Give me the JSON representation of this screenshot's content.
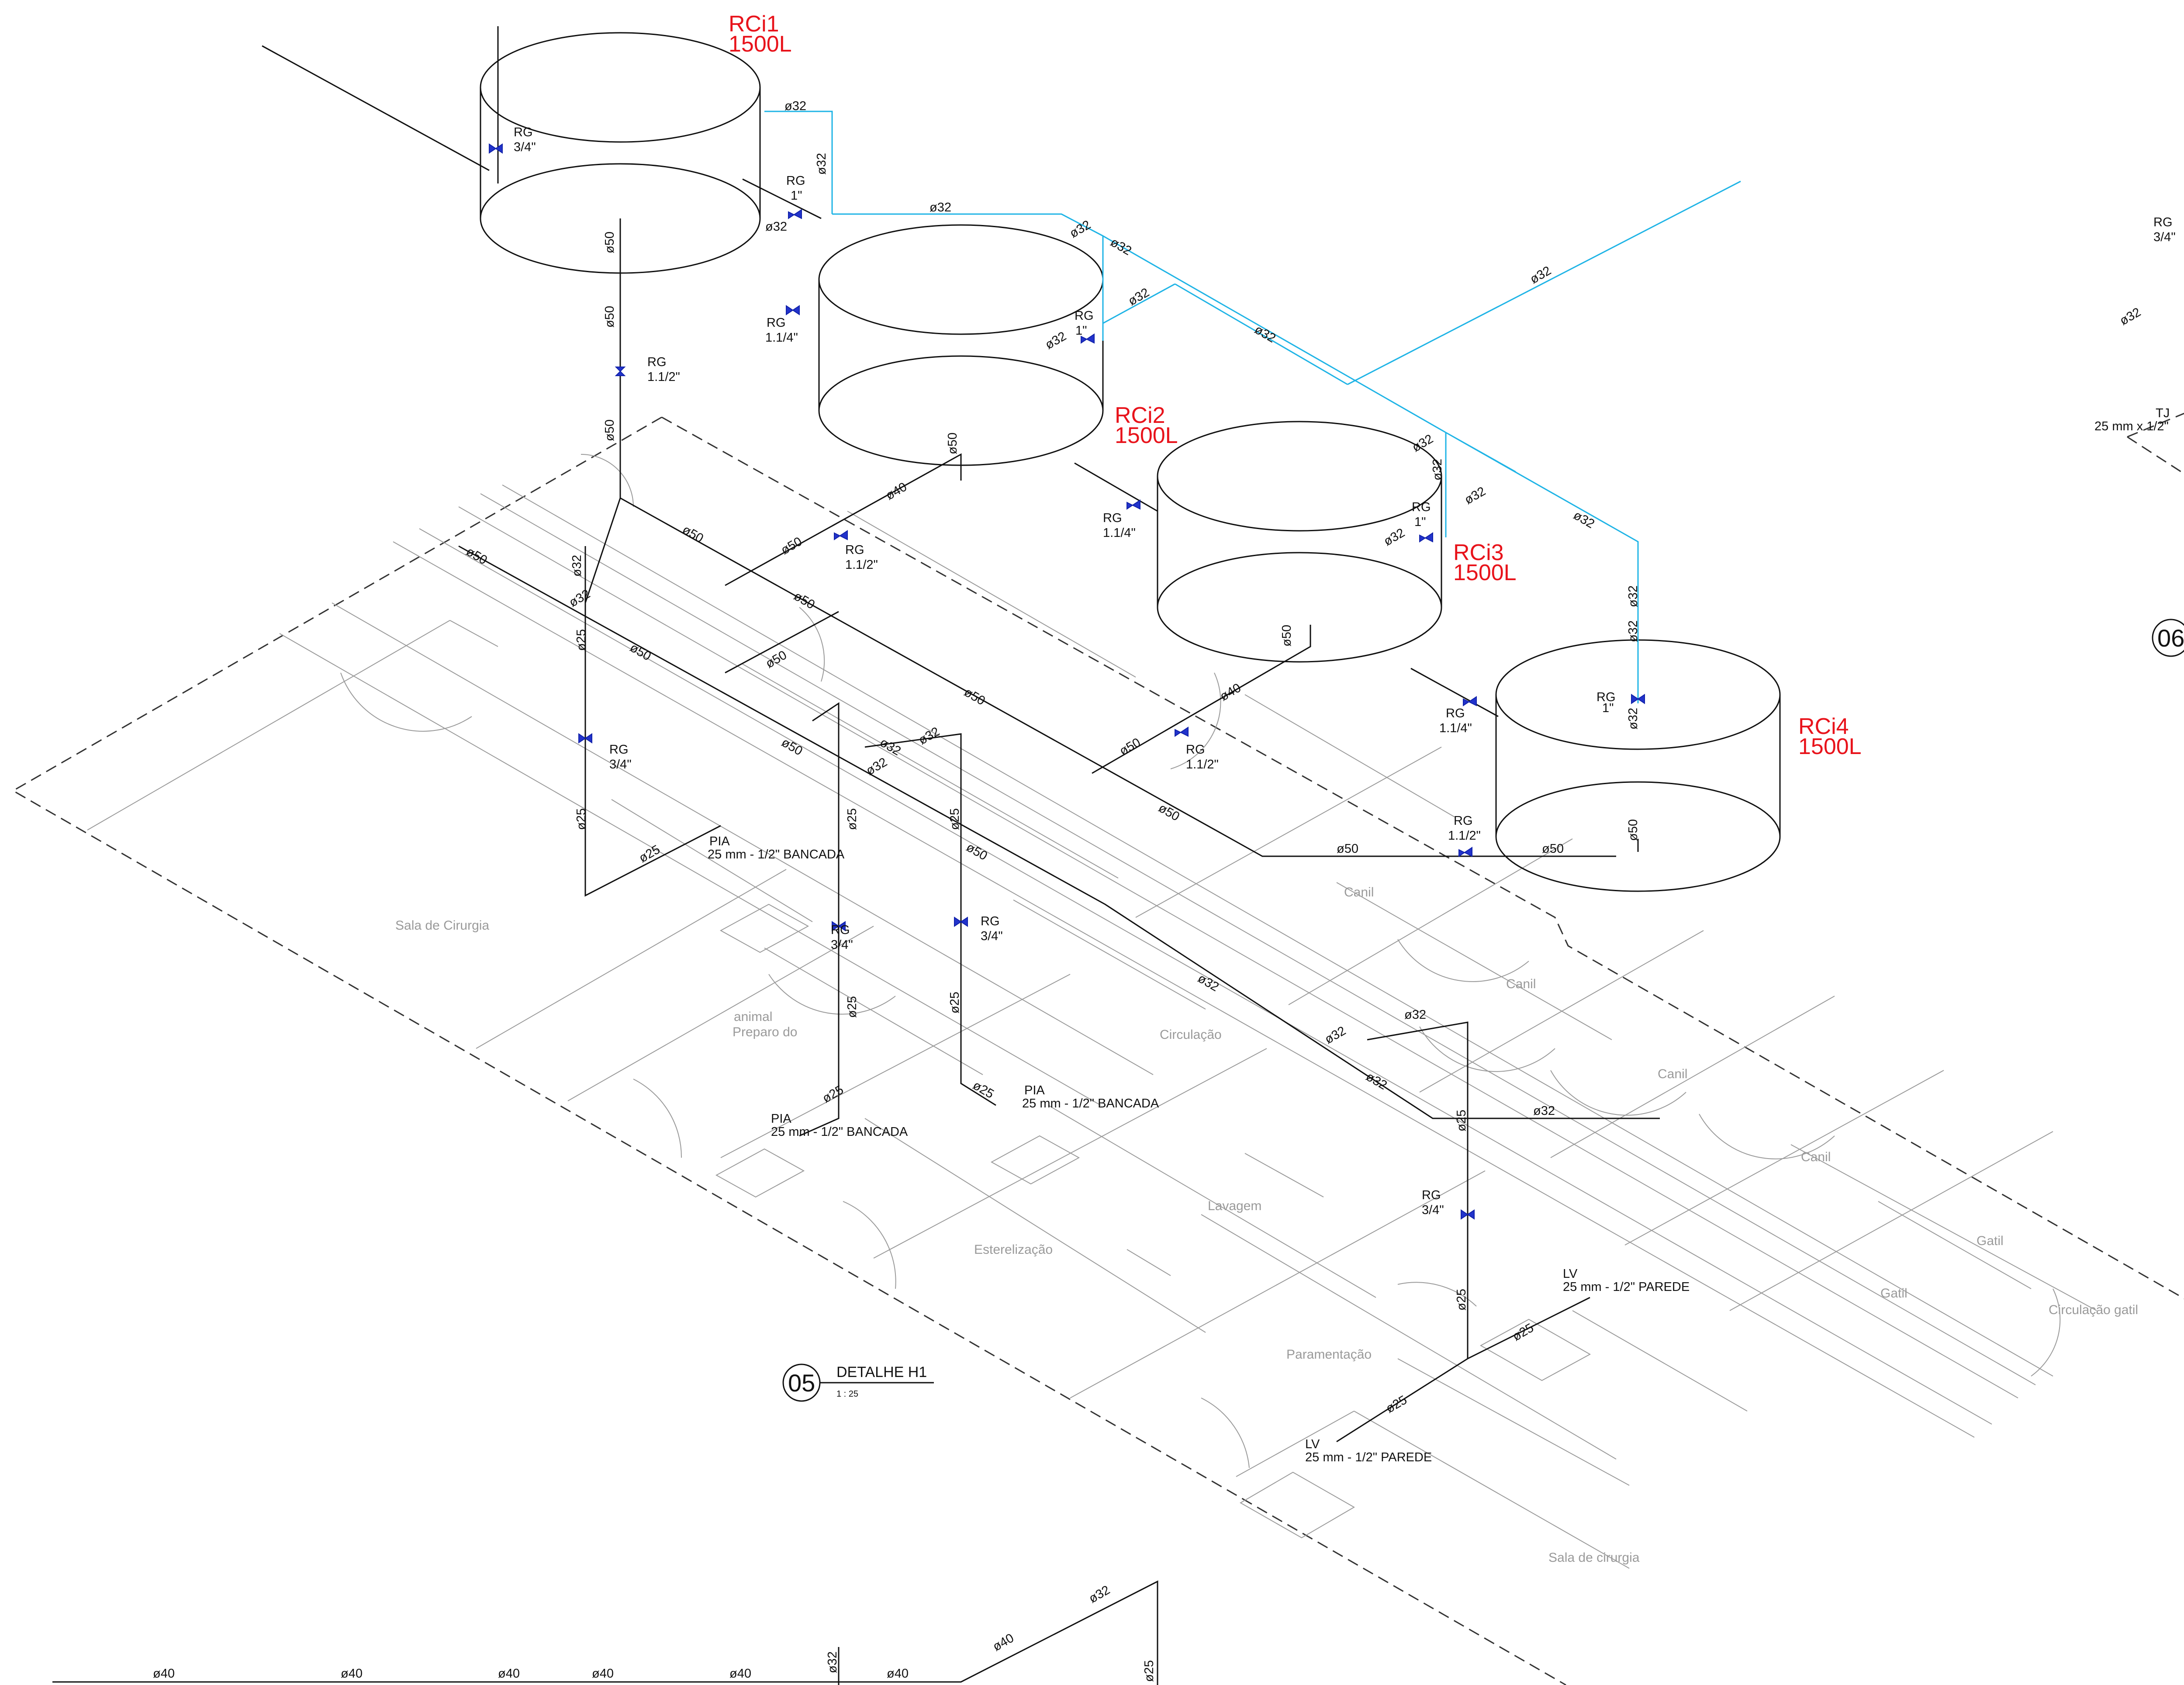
{
  "tanks": [
    {
      "name": "RCi1",
      "capacity": "1500L"
    },
    {
      "name": "RCi2",
      "capacity": "1500L"
    },
    {
      "name": "RCi3",
      "capacity": "1500L"
    },
    {
      "name": "RCi4",
      "capacity": "1500L"
    }
  ],
  "pipe_labels": {
    "d25": "ø25",
    "d32": "ø32",
    "d40": "ø40",
    "d50": "ø50"
  },
  "valves": {
    "rg": "RG",
    "s_3_4": "3/4\"",
    "s_1": "1\"",
    "s_1_1_4": "1.1/4\"",
    "s_1_1_2": "1.1/2\""
  },
  "fixtures": {
    "pia": "PIA",
    "pia_spec": "25 mm - 1/2\" BANCADA",
    "lv": "LV",
    "lv_spec": "25 mm - 1/2\" PAREDE",
    "tj": "TJ",
    "tj_spec": "25 mm x 1/2\""
  },
  "rooms": {
    "sala_cirurgia": "Sala de Cirurgia",
    "animal": "animal",
    "preparo": "Preparo do",
    "circulacao": "Circulação",
    "canil": "Canil",
    "lavagem": "Lavagem",
    "esterelizacao": "Esterelização",
    "paramentacao": "Paramentação",
    "sala_cirurgia_2": "Sala de cirurgia",
    "gatil": "Gatil",
    "circulacao_gatil": "Circulação gatil"
  },
  "details": [
    {
      "number": "05",
      "title": "DETALHE H1",
      "scale": "1 : 25"
    },
    {
      "number": "06"
    }
  ],
  "colors": {
    "tank_label": "#e8131b",
    "cold_pipe": "#1fb4e6",
    "valve": "#2233cc",
    "line": "#111111",
    "floor": "#9a9a9a"
  }
}
